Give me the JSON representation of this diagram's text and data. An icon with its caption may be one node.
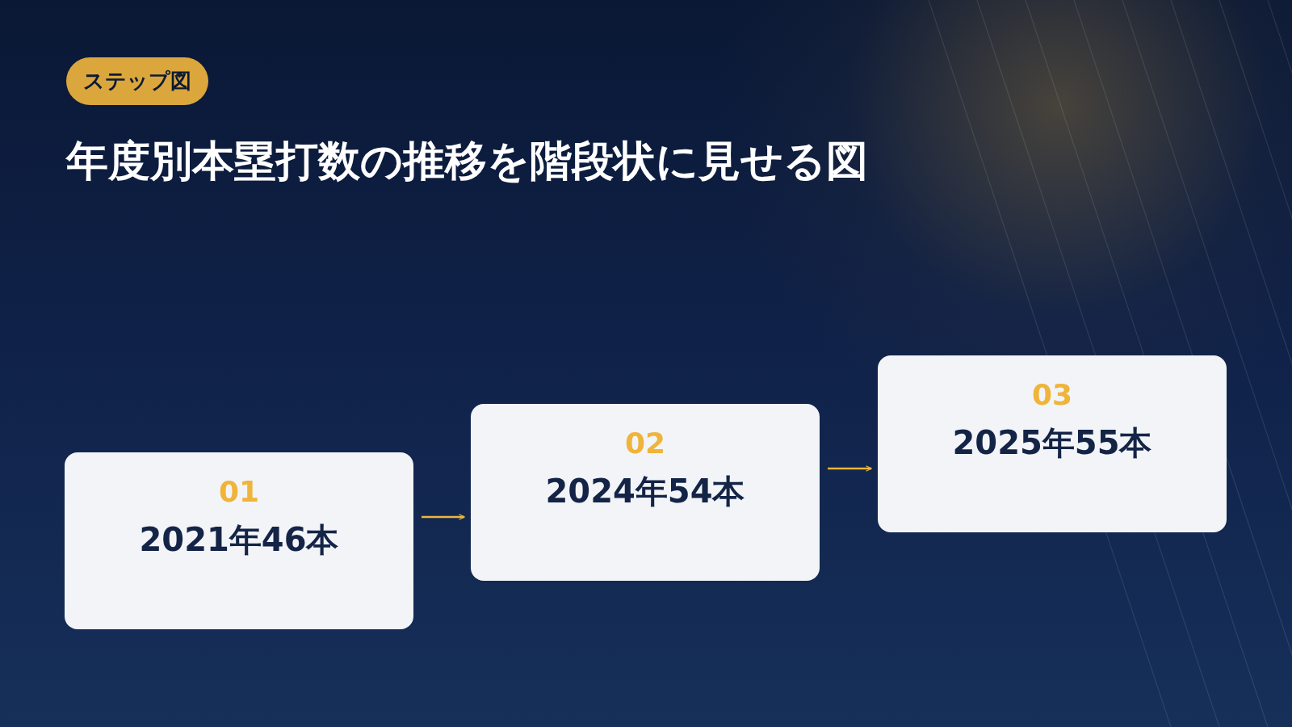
{
  "diagram": {
    "title": "年度別本塁打数の推移を階段状に見せる図",
    "nodes": [
      {
        "text": [
          "01",
          "2021年46本"
        ]
      },
      {
        "text": [
          "02",
          "2024年54本"
        ]
      },
      {
        "text": [
          "03",
          "2025年55本"
        ]
      }
    ],
    "edges": [
      {
        "from": 0,
        "to": 1,
        "arrow": "to"
      },
      {
        "from": 1,
        "to": 2,
        "arrow": "to"
      }
    ],
    "labels": [
      "ステップ図"
    ]
  }
}
